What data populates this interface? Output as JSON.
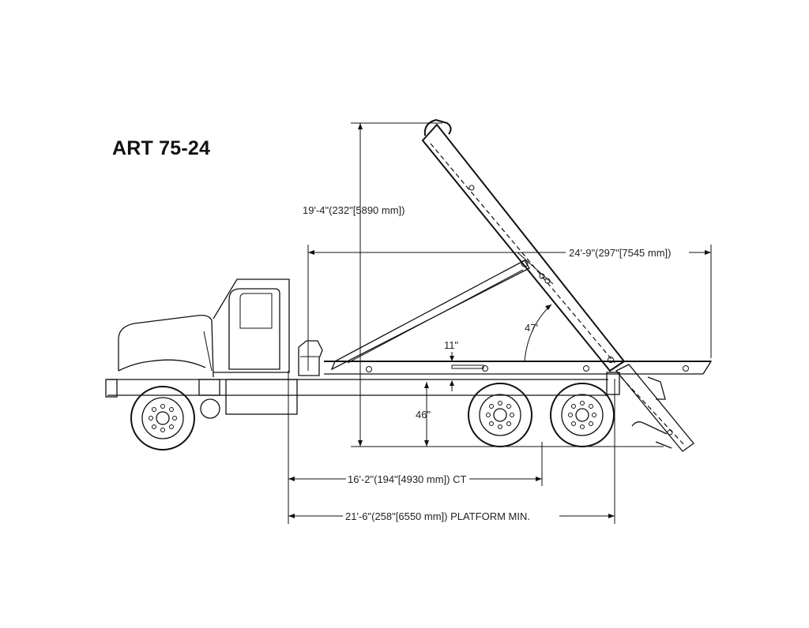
{
  "title": "ART 75-24",
  "dimensions": {
    "lift_height": "19'-4\"(232\"[5890 mm])",
    "reach": "24'-9\"(297\"[7545 mm])",
    "angle": "47'",
    "frame_gap": "11\"",
    "frame_height": "46\"",
    "ct": "16'-2\"(194\"[4930 mm]) CT",
    "platform": "21'-6\"(258\"[6550 mm]) PLATFORM MIN."
  }
}
